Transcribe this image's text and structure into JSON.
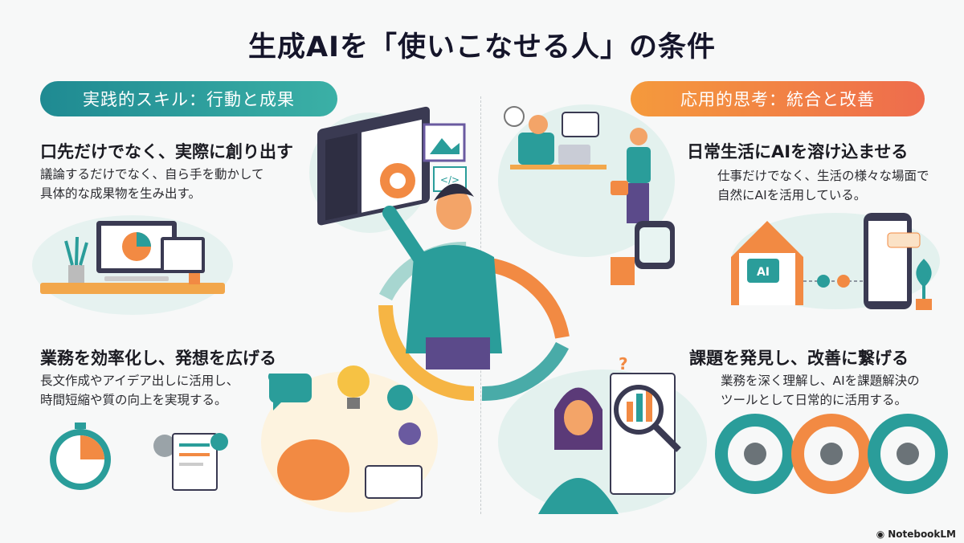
{
  "title": "生成AIを「使いこなせる人」の条件",
  "left": {
    "pill": "実践的スキル：行動と成果",
    "color": "#2a9d9a",
    "sections": [
      {
        "heading": "口先だけでなく、実際に創り出す",
        "body": [
          "議論するだけでなく、自ら手を動かして",
          "具体的な成果物を生み出す。"
        ]
      },
      {
        "heading": "業務を効率化し、発想を広げる",
        "body": [
          "長文作成やアイデア出しに活用し、",
          "時間短縮や質の向上を実現する。"
        ]
      }
    ]
  },
  "right": {
    "pill": "応用的思考：統合と改善",
    "color": "#f28a43",
    "sections": [
      {
        "heading": "日常生活にAIを溶け込ませる",
        "body": [
          "仕事だけでなく、生活の様々な場面で",
          "自然にAIを活用している。"
        ]
      },
      {
        "heading": "課題を発見し、改善に繋げる",
        "body": [
          "業務を深く理解し、AIを課題解決の",
          "ツールとして日常的に活用する。"
        ]
      }
    ]
  },
  "illustrations": {
    "code_tag": "</>",
    "house_label": "AI"
  },
  "brand": "NotebookLM"
}
